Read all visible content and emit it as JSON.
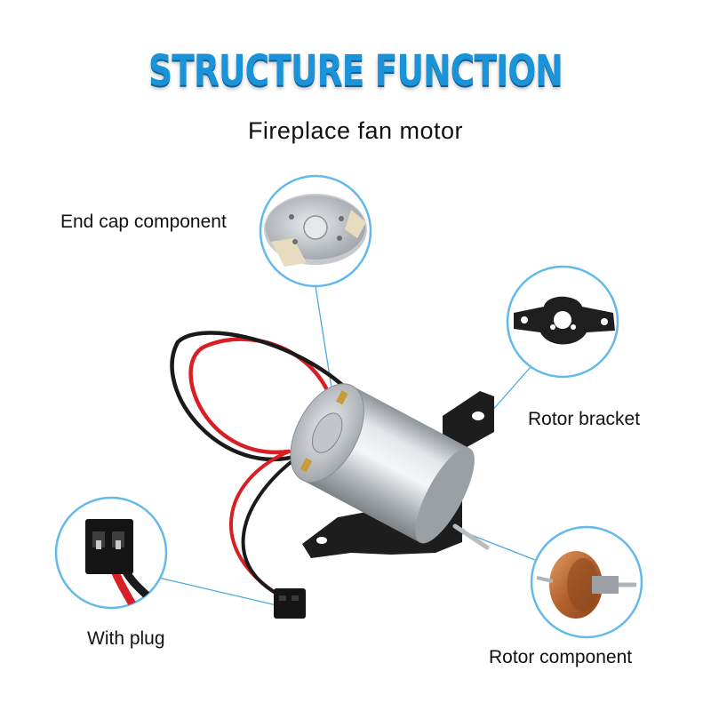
{
  "header": {
    "title": "STRUCTURE FUNCTION",
    "subtitle": "Fireplace fan motor"
  },
  "callouts": {
    "end_cap": "End cap component",
    "rotor_bracket": "Rotor bracket",
    "with_plug": "With plug",
    "rotor_component": "Rotor component"
  },
  "colors": {
    "title": "#1b93d9",
    "circle_border": "#62b9ea",
    "leader_line": "#4aa9e0",
    "motor_body": "#c9ccd0",
    "wire_red": "#d81f26",
    "wire_black": "#1a1a1a"
  }
}
